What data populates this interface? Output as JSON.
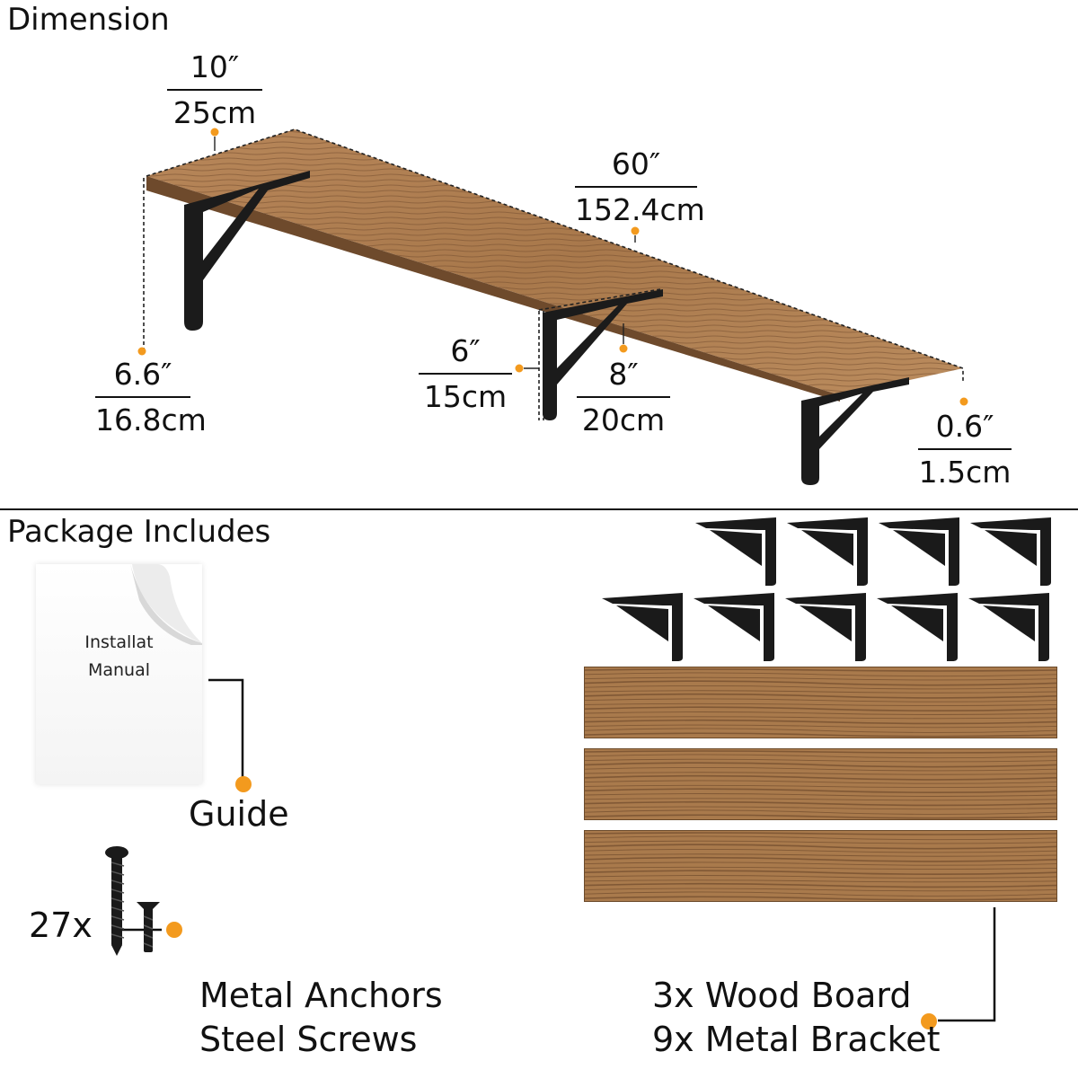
{
  "dimension_section": {
    "title": "Dimension",
    "depth": {
      "imperial": "10″",
      "metric": "25cm"
    },
    "length": {
      "imperial": "60″",
      "metric": "152.4cm"
    },
    "height": {
      "imperial": "6.6″",
      "metric": "16.8cm"
    },
    "bracket_height": {
      "imperial": "6″",
      "metric": "15cm"
    },
    "bracket_depth": {
      "imperial": "8″",
      "metric": "20cm"
    },
    "thickness": {
      "imperial": "0.6″",
      "metric": "1.5cm"
    }
  },
  "package_section": {
    "title": "Package Includes",
    "manual": {
      "line1": "Installat",
      "line2": "Manual"
    },
    "guide_label": "Guide",
    "screws": {
      "count": "27x",
      "line1": "Metal Anchors",
      "line2": "Steel Screws"
    },
    "boards": {
      "line1": "3x Wood Board",
      "line2": "9x Metal Bracket"
    },
    "bracket_count": 9,
    "board_count": 3
  },
  "colors": {
    "accent": "#f39a1e",
    "wood": "#a97a4c",
    "metal": "#1a1a1a"
  },
  "icons": [
    "bracket-icon",
    "screw-icon",
    "page-curl-icon"
  ]
}
